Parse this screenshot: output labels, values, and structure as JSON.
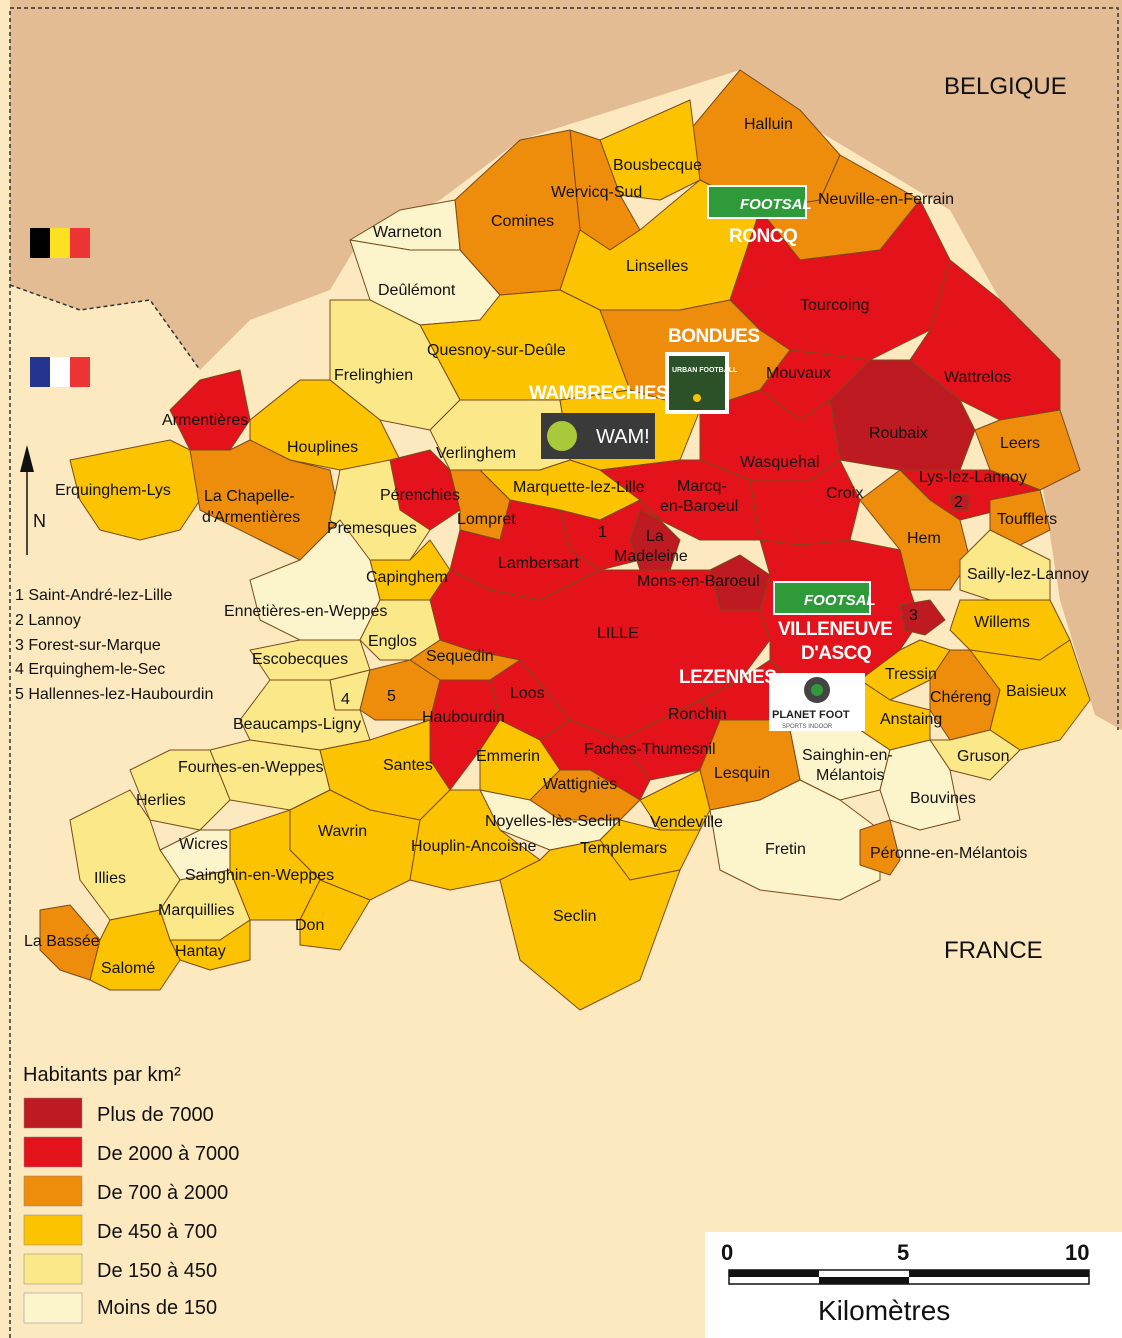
{
  "countries": {
    "north": "BELGIQUE",
    "south": "FRANCE"
  },
  "north_arrow": "N",
  "colors": {
    "belgium_bg": "#e3bc94",
    "france_bg": "#fce9c0",
    "plus_7000": "#bd1a22",
    "c2000_7000": "#e3121b",
    "c700_2000": "#ee8c0c",
    "c450_700": "#fcc300",
    "c150_450": "#fbe889",
    "moins_150": "#fcf5cc"
  },
  "numbered_communes": [
    "1 Saint-André-lez-Lille",
    "2 Lannoy",
    "3 Forest-sur-Marque",
    "4 Erquinghem-le-Sec",
    "5 Hallennes-lez-Haubourdin"
  ],
  "markers": [
    "1",
    "2",
    "3",
    "4",
    "5"
  ],
  "communes": {
    "halluin": "Halluin",
    "bousbecque": "Bousbecque",
    "wervicq": "Wervicq-Sud",
    "comines": "Comines",
    "neuville": "Neuville-en-Ferrain",
    "warneton": "Warneton",
    "deulemont": "Deûlémont",
    "linselles": "Linselles",
    "tourcoing": "Tourcoing",
    "quesnoy": "Quesnoy-sur-Deûle",
    "frelinghien": "Frelinghien",
    "mouvaux": "Mouvaux",
    "wattrelos": "Wattrelos",
    "armentieres": "Armentières",
    "houplines": "Houplines",
    "verlinghem": "Verlinghem",
    "roubaix": "Roubaix",
    "leers": "Leers",
    "wasquehal": "Wasquehal",
    "erquinghem_lys": "Erquinghem-Lys",
    "chapelle1": "La Chapelle-",
    "chapelle2": "d'Armentières",
    "perenchies": "Pérenchies",
    "marquette": "Marquette-lez-Lille",
    "marcq1": "Marcq-",
    "marcq2": "en-Baroeul",
    "croix": "Croix",
    "lys_lannoy": "Lys-lez-Lannoy",
    "lompret": "Lompret",
    "premesques": "Premesques",
    "toufflers": "Toufflers",
    "madeleine1": "La",
    "madeleine2": "Madeleine",
    "hem": "Hem",
    "lambersart": "Lambersart",
    "capinghem": "Capinghem",
    "mons": "Mons-en-Baroeul",
    "sailly": "Sailly-lez-Lannoy",
    "ennetieres": "Ennetières-en-Weppes",
    "lille": "LILLE",
    "willems": "Willems",
    "englos": "Englos",
    "escobecques": "Escobecques",
    "sequedin": "Sequedin",
    "tressin": "Tressin",
    "baisieux": "Baisieux",
    "loos": "Loos",
    "chereng": "Chéreng",
    "beaucamps": "Beaucamps-Ligny",
    "haubourdin": "Haubourdin",
    "ronchin": "Ronchin",
    "anstaing": "Anstaing",
    "emmerin": "Emmerin",
    "faches": "Faches-Thumesnil",
    "sainghin_m1": "Sainghin-en-",
    "sainghin_m2": "Mélantois",
    "gruson": "Gruson",
    "fournes": "Fournes-en-Weppes",
    "santes": "Santes",
    "lesquin": "Lesquin",
    "wattignies": "Wattignies",
    "herlies": "Herlies",
    "bouvines": "Bouvines",
    "wavrin": "Wavrin",
    "noyelles": "Noyelles-lès-Seclin",
    "vendeville": "Vendeville",
    "wicres": "Wicres",
    "houplin": "Houplin-Ancoisne",
    "templemars": "Templemars",
    "fretin": "Fretin",
    "peronne": "Péronne-en-Mélantois",
    "illies": "Illies",
    "sainghin_w": "Sainghin-en-Weppes",
    "marquillies": "Marquillies",
    "seclin": "Seclin",
    "don": "Don",
    "bassee": "La Bassée",
    "hantay": "Hantay",
    "salome": "Salomé"
  },
  "clubs": [
    {
      "name": "RONCQ",
      "logo": "FOOTSAL"
    },
    {
      "name": "BONDUES",
      "logo": "URBAN FOOTBALL"
    },
    {
      "name": "WAMBRECHIES",
      "logo": "WAM!"
    },
    {
      "name1": "VILLENEUVE",
      "name2": "D'ASCQ",
      "logo": "FOOTSAL"
    },
    {
      "name": "LEZENNES",
      "logo": "PLANET FOOT",
      "logo_sub": "SPORTS INDOOR"
    }
  ],
  "legend": {
    "title": "Habitants par km²",
    "items": [
      {
        "label": "Plus de 7000",
        "color": "#bd1a22"
      },
      {
        "label": "De 2000 à 7000",
        "color": "#e3121b"
      },
      {
        "label": "De 700 à 2000",
        "color": "#ee8c0c"
      },
      {
        "label": "De 450 à 700",
        "color": "#fcc300"
      },
      {
        "label": "De 150 à 450",
        "color": "#fbe889"
      },
      {
        "label": "Moins de 150",
        "color": "#fcf5cc"
      }
    ]
  },
  "scale": {
    "ticks": [
      "0",
      "5",
      "10"
    ],
    "unit": "Kilomètres"
  }
}
